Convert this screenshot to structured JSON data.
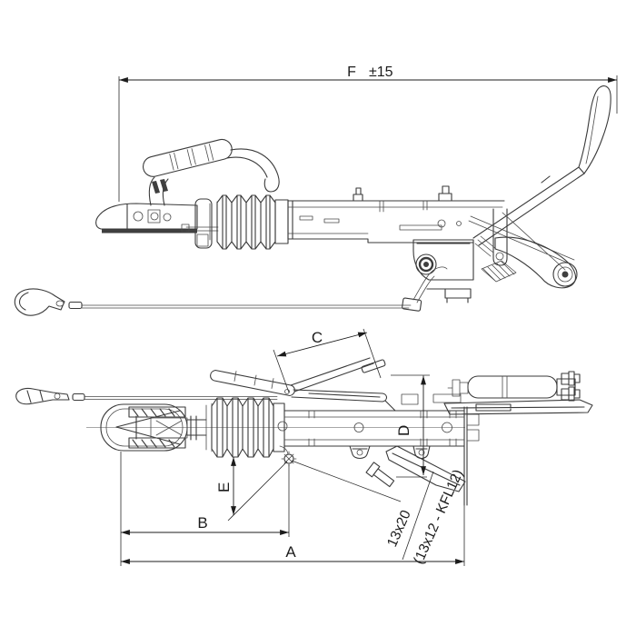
{
  "canvas": {
    "background": "#ffffff",
    "line_color": "#3a3a3a",
    "text_color": "#1c1c1c"
  },
  "dimensions": {
    "f": {
      "label": "F",
      "tolerance": "±15"
    },
    "a": {
      "label": "A"
    },
    "b": {
      "label": "B"
    },
    "c": {
      "label": "C"
    },
    "d": {
      "label": "D"
    },
    "e": {
      "label": "E"
    },
    "mounting_hole": {
      "line1": "13x20",
      "line2": "(13x12 - KFL12)"
    }
  }
}
